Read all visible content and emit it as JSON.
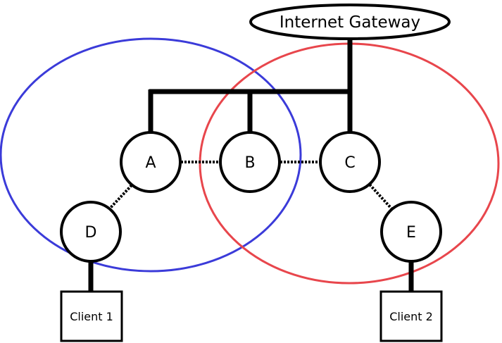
{
  "colors": {
    "zone_left": "#3b3bd9",
    "zone_right": "#e8464c",
    "line": "#000000",
    "background": "#ffffff"
  },
  "gateway": {
    "label": "Internet Gateway"
  },
  "nodes": {
    "a": "A",
    "b": "B",
    "c": "C",
    "d": "D",
    "e": "E"
  },
  "clients": {
    "client1": "Client 1",
    "client2": "Client 2"
  }
}
